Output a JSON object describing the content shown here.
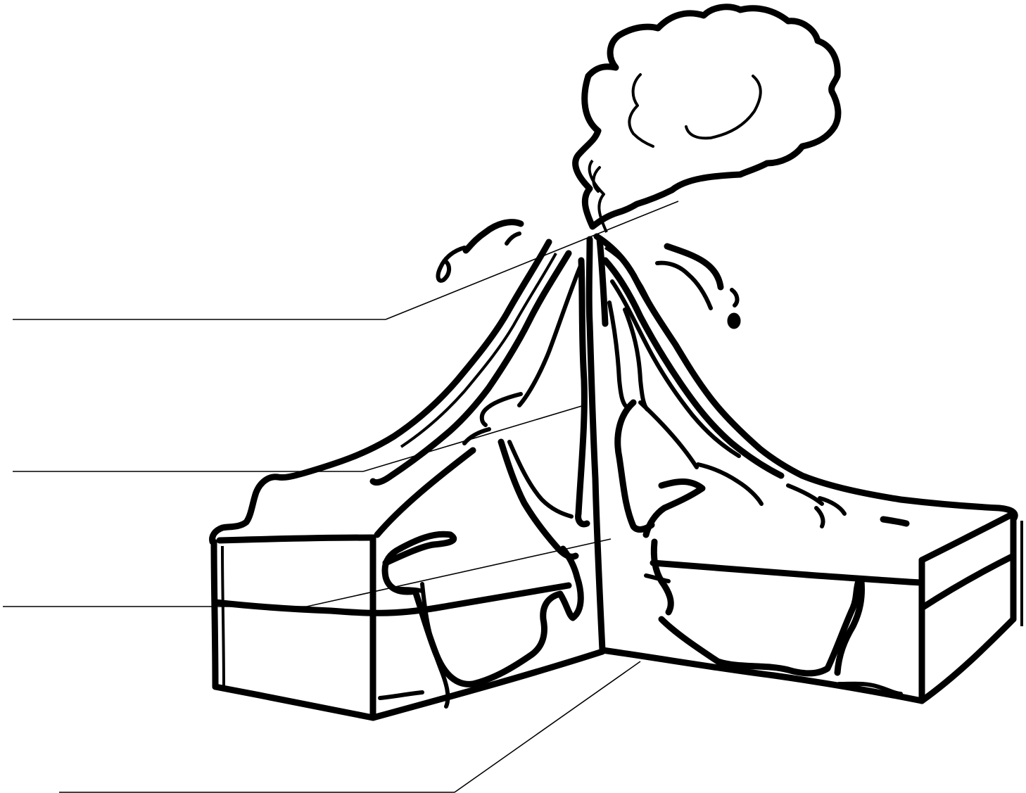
{
  "diagram": {
    "subject": "volcano-cross-section",
    "label_blanks": [
      {
        "id": "blank-1",
        "text": ""
      },
      {
        "id": "blank-2",
        "text": ""
      },
      {
        "id": "blank-3",
        "text": ""
      },
      {
        "id": "blank-4",
        "text": ""
      }
    ],
    "colors": {
      "ink": "#000000",
      "background": "#ffffff"
    }
  }
}
